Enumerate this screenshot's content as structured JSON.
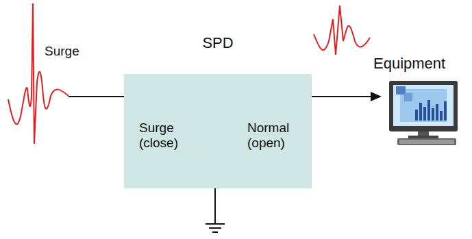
{
  "diagram": {
    "nodes": [
      {
        "text": [
          "SPD",
          "Surge (close)",
          "Normal (open)"
        ]
      }
    ],
    "labels": [
      "Surge",
      "Equipment"
    ]
  }
}
